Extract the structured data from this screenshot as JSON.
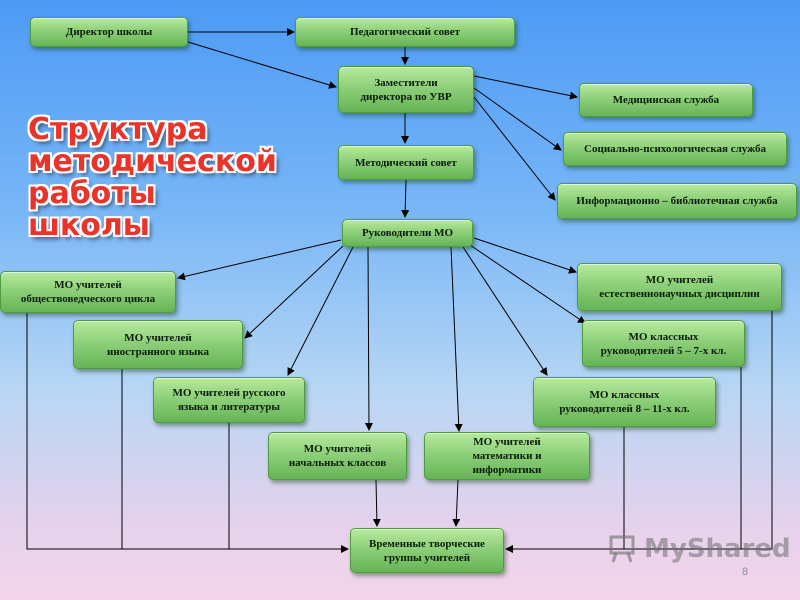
{
  "title": "Структура\nметодической работы\nшколы",
  "page_number": "8",
  "watermark": {
    "text": "MyShared",
    "icon": "presentation-board-icon"
  },
  "colors": {
    "box_fill": "#8ed07a",
    "arrow": "#000000",
    "title": "#e8342a"
  },
  "nodes": {
    "director": "Директор школы",
    "ped_council": "Педагогический совет",
    "deputy": "Заместители\nдиректора по УВР",
    "medical": "Медицинская служба",
    "psych": "Социально-психологическая служба",
    "library": "Информационно – библиотечная служба",
    "method_council": "Методический совет",
    "mo_heads": "Руководители МО",
    "mo_social": "МО учителей\nобществоведческого цикла",
    "mo_foreign": "МО учителей\nиностранного языка",
    "mo_russian": "МО учителей русского\nязыка и литературы",
    "mo_primary": "МО учителей\nначальных классов",
    "mo_math": "МО учителей\nматематики и\nинформатики",
    "mo_class811": "МО классных\nруководителей 8 – 11-х кл.",
    "mo_class57": "МО классных\nруководителей 5 – 7-х кл.",
    "mo_natural": "МО учителей\nестественнонаучных дисциплин",
    "temp_groups": "Временные творческие\nгруппы учителей"
  }
}
